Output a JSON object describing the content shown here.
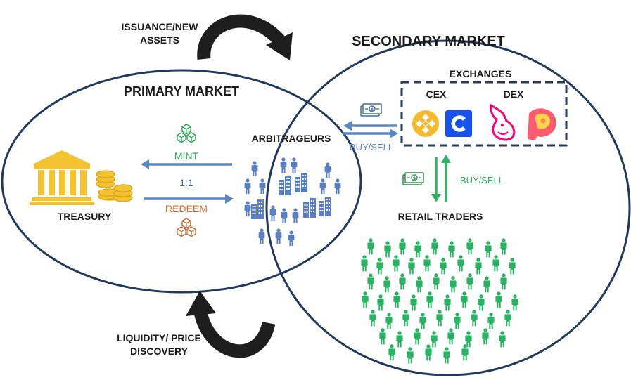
{
  "labels": {
    "issuance_line1": "ISSUANCE/NEW",
    "issuance_line2": "ASSETS",
    "secondary_market": "SECONDARY MARKET",
    "primary_market": "PRIMARY MARKET",
    "exchanges": "EXCHANGES",
    "cex": "CEX",
    "dex": "DEX",
    "arbitrageurs": "ARBITRAGEURS",
    "buy_sell_left": "BUY/SELL",
    "buy_sell_right": "BUY/SELL",
    "mint": "MINT",
    "ratio": "1:1",
    "redeem": "REDEEM",
    "treasury": "TREASURY",
    "retail_traders": "RETAIL TRADERS",
    "liquidity_line1": "LIQUIDITY/ PRICE",
    "liquidity_line2": "DISCOVERY"
  },
  "colors": {
    "outline": "#213a5c",
    "blue_arrow": "#5b86c6",
    "green_arrow": "#2eb463",
    "mint_green": "#2aa552",
    "redeem_orange": "#c86a32",
    "people_blue": "#5a7fc4",
    "people_green": "#27b462",
    "treasury_gold": "#f2c230",
    "binance_yellow": "#f3ba2f",
    "coinbase_blue": "#1652f0",
    "uniswap_pink": "#ff007a"
  },
  "icons": [
    "treasury-icon",
    "coins-icon",
    "cube-icon",
    "cash-icon",
    "binance-icon",
    "coinbase-icon",
    "uniswap-icon",
    "pancakeswap-icon",
    "person-icon",
    "building-icon",
    "curved-arrow-icon"
  ]
}
